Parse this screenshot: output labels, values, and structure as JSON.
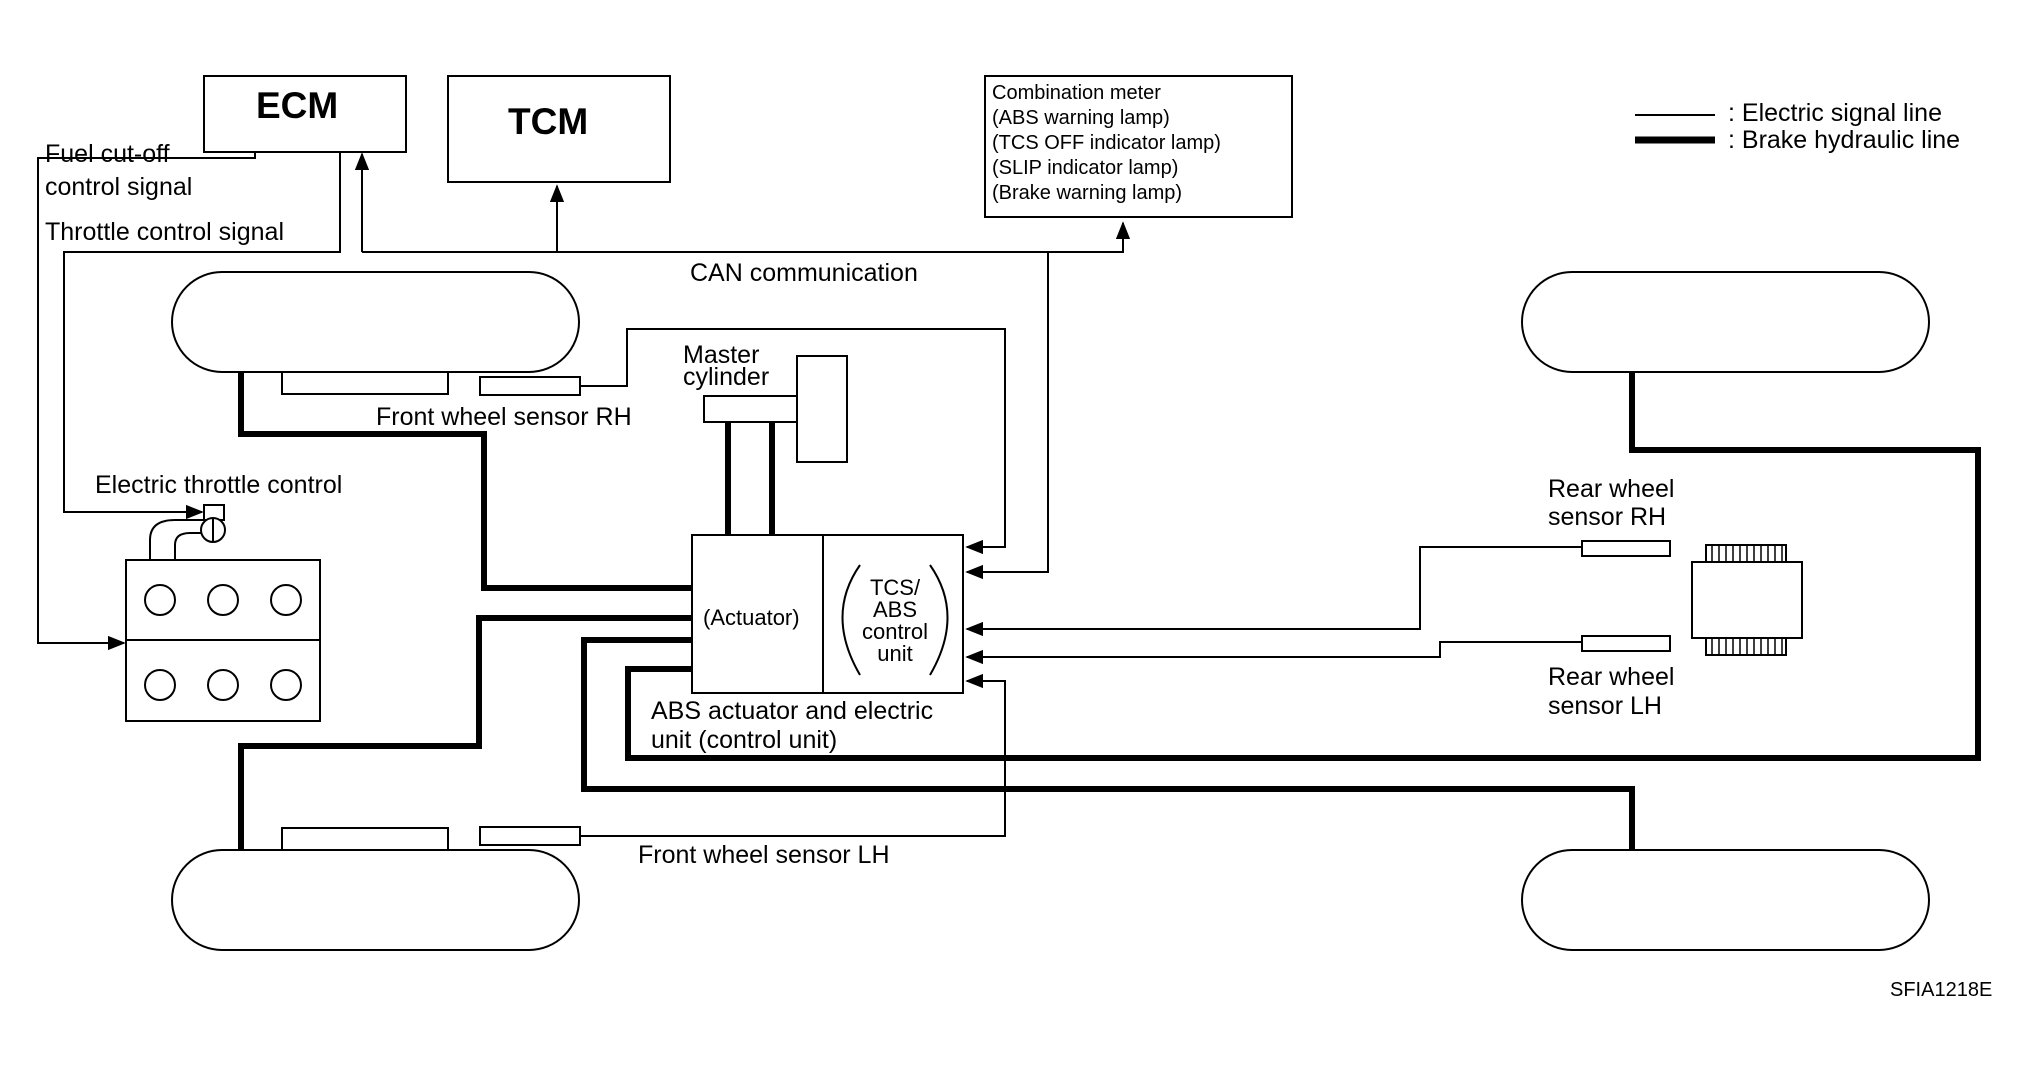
{
  "labels": {
    "ecm": "ECM",
    "tcm": "TCM",
    "fuel_cutoff_line1": "Fuel cut-off",
    "fuel_cutoff_line2": "control signal",
    "throttle_signal": "Throttle control signal",
    "can": "CAN communication",
    "combination_meter": [
      "Combination meter",
      "(ABS warning lamp)",
      "(TCS OFF indicator lamp)",
      "(SLIP indicator lamp)",
      "(Brake warning lamp)"
    ],
    "legend_electric": ": Electric signal line",
    "legend_hydraulic": ": Brake hydraulic line",
    "master_cylinder_line1": "Master",
    "master_cylinder_line2": "cylinder",
    "front_sensor_rh": "Front wheel sensor RH",
    "electric_throttle": "Electric throttle control",
    "actuator": "(Actuator)",
    "control_unit": [
      "TCS/",
      "ABS",
      "control",
      "unit"
    ],
    "abs_unit_line1": "ABS actuator and electric",
    "abs_unit_line2": "unit (control unit)",
    "rear_sensor_rh_line1": "Rear wheel",
    "rear_sensor_rh_line2": "sensor RH",
    "rear_sensor_lh_line1": "Rear wheel",
    "rear_sensor_lh_line2": "sensor LH",
    "front_sensor_lh": "Front wheel sensor LH",
    "figure_code": "SFIA1218E"
  }
}
